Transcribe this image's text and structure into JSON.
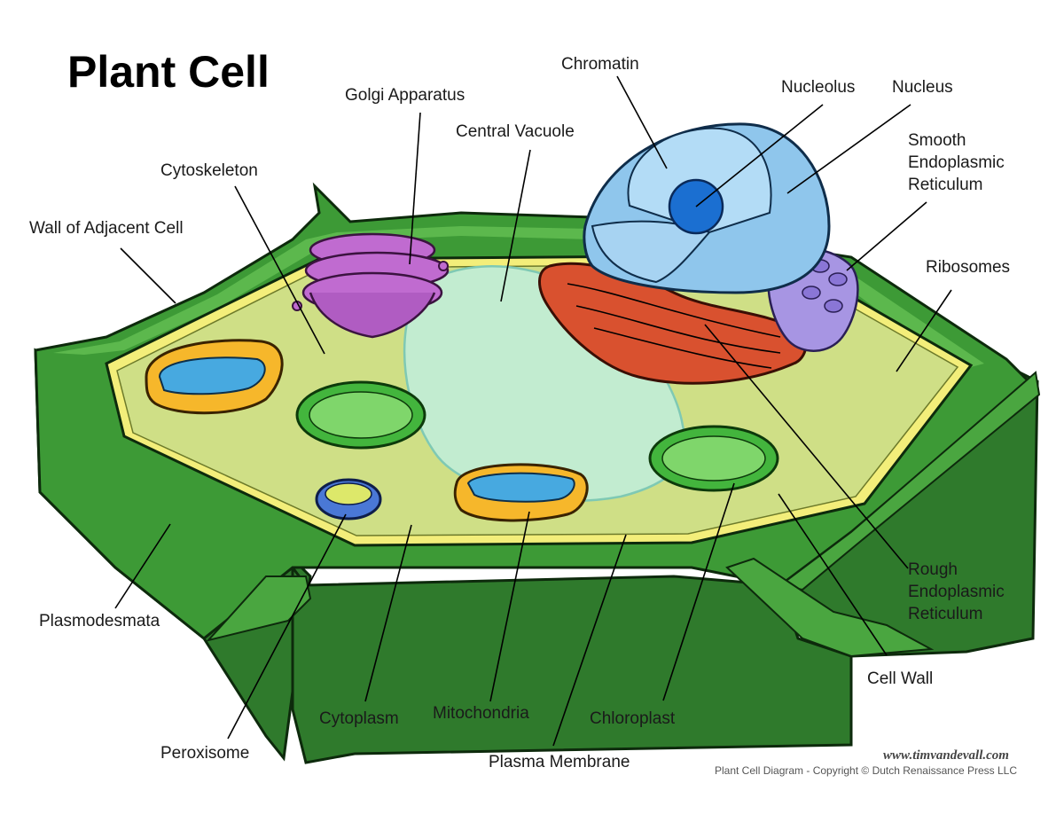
{
  "title": "Plant Cell",
  "labels": {
    "chromatin": "Chromatin",
    "nucleolus": "Nucleolus",
    "nucleus": "Nucleus",
    "golgi": "Golgi Apparatus",
    "central_vacuole": "Central Vacuole",
    "smooth_er_1": "Smooth",
    "smooth_er_2": "Endoplasmic",
    "smooth_er_3": "Reticulum",
    "cytoskeleton": "Cytoskeleton",
    "wall_adjacent": "Wall of Adjacent Cell",
    "ribosomes": "Ribosomes",
    "rough_er_1": "Rough",
    "rough_er_2": "Endoplasmic",
    "rough_er_3": "Reticulum",
    "plasmodesmata": "Plasmodesmata",
    "cell_wall": "Cell Wall",
    "cytoplasm": "Cytoplasm",
    "mitochondria": "Mitochondria",
    "chloroplast": "Chloroplast",
    "peroxisome": "Peroxisome",
    "plasma_membrane": "Plasma Membrane"
  },
  "footer": {
    "website": "www.timvandevall.com",
    "copyright": "Plant Cell Diagram - Copyright © Dutch Renaissance Press LLC"
  },
  "colors": {
    "cell_wall_dark": "#2f7a2c",
    "cell_wall_mid": "#3d9a36",
    "cell_wall_light": "#5cb84d",
    "membrane": "#f3ee7a",
    "cytoplasm": "#cfdf86",
    "vacuole": "#bfeedd",
    "nucleus": "#8fc6ec",
    "nucleolus": "#1b6fd1",
    "golgi": "#c06bd0",
    "rough_er": "#d9512f",
    "smooth_er": "#a795e3",
    "mitochondria": "#f6b72b",
    "mito_inner": "#47a9e0",
    "chloroplast": "#43b53d",
    "peroxisome": "#4a78d6"
  }
}
